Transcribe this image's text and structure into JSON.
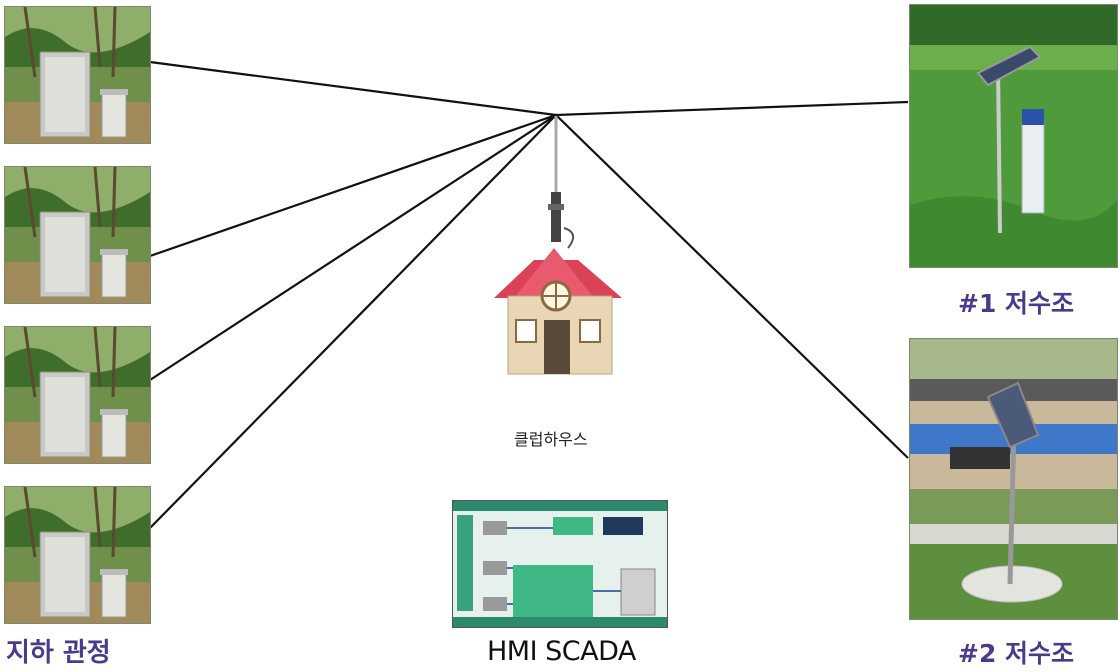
{
  "labels": {
    "wells": "지하 관정",
    "reservoir1": "#1 저수조",
    "reservoir2": "#2 저수조",
    "clubhouse": "클럽하우스",
    "hmi": "HMI SCADA"
  },
  "colors": {
    "label_purple": "#4b3a8c",
    "link_line": "#111111",
    "roof_red": "#d94257",
    "grass": "#4f9a3a"
  }
}
